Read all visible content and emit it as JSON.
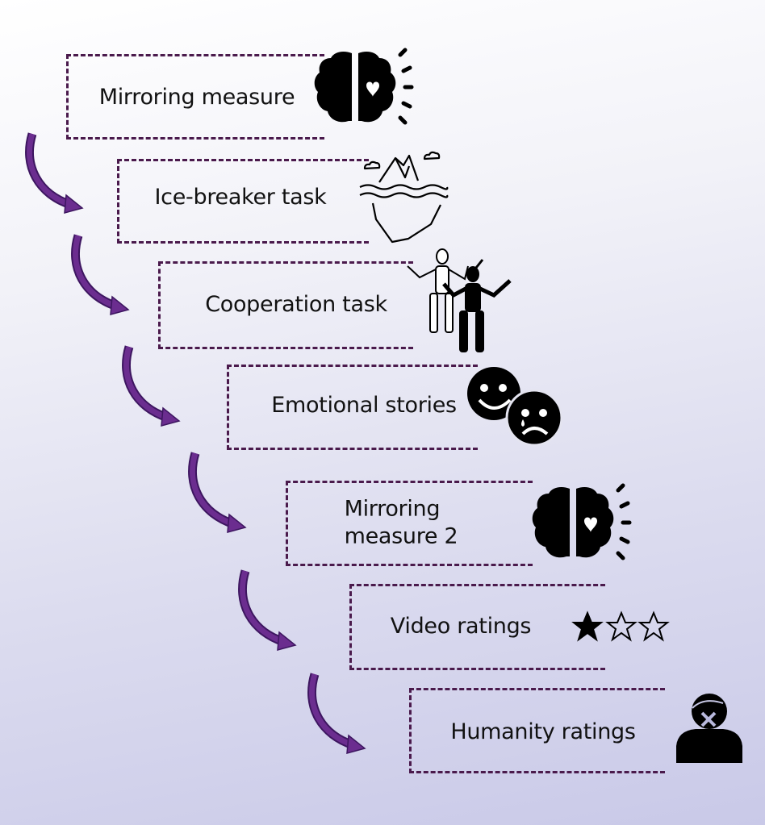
{
  "steps": [
    {
      "label": "Mirroring measure",
      "icon": "brain-heart-icon"
    },
    {
      "label": "Ice-breaker task",
      "icon": "iceberg-icon"
    },
    {
      "label": "Cooperation task",
      "icon": "mannequins-icon"
    },
    {
      "label": "Emotional stories",
      "icon": "happy-sad-faces-icon"
    },
    {
      "label_line1": "Mirroring",
      "label_line2": "measure 2",
      "icon": "brain-heart-icon"
    },
    {
      "label": "Video ratings",
      "icon": "star-rating-icon"
    },
    {
      "label": "Humanity ratings",
      "icon": "masked-person-icon"
    }
  ],
  "colors": {
    "box_border": "#4a1a4c",
    "arrow": "#6b2d8f"
  }
}
